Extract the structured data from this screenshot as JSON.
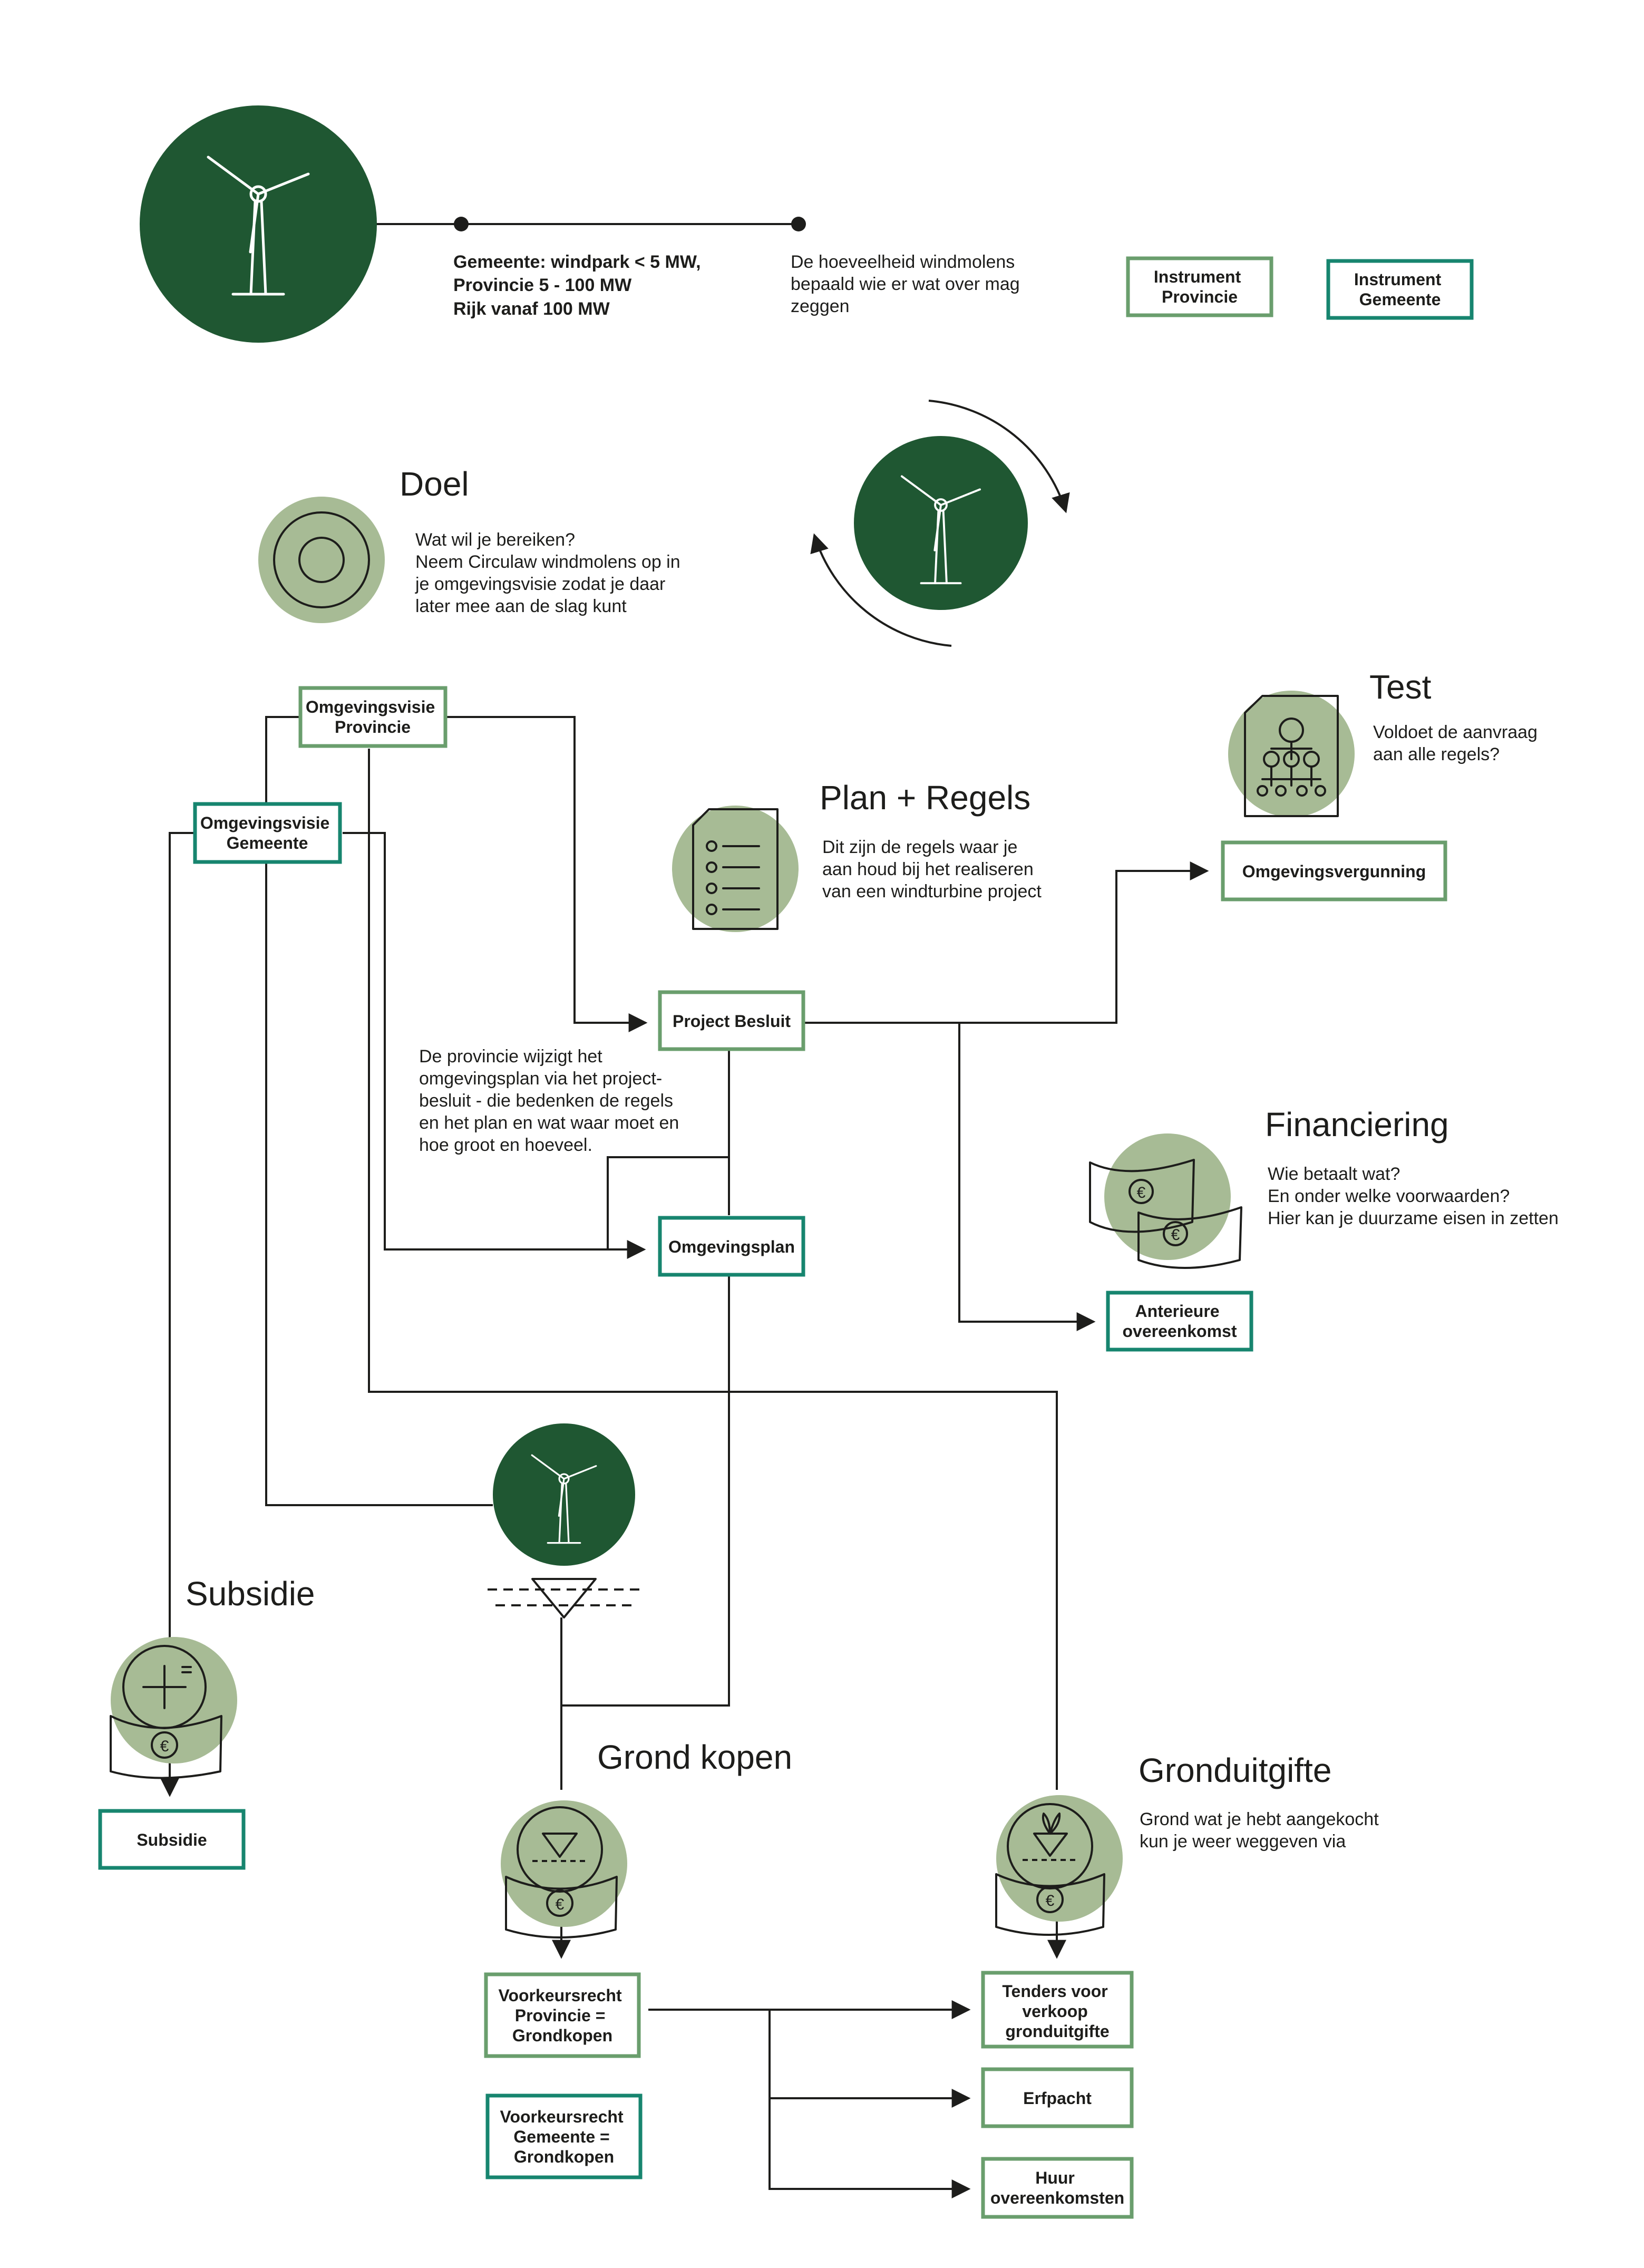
{
  "colors": {
    "dark_green": "#1f5732",
    "light_green": "#a7bb95",
    "provincie_border": "#6a9e6d",
    "gemeente_border": "#17856f",
    "line": "#1d1d1b"
  },
  "header": {
    "icon": "wind-turbine-icon",
    "scale_lines": [
      "Gemeente: windpark < 5 MW,",
      "Provincie 5 - 100 MW",
      "Rijk vanaf 100 MW"
    ],
    "note_lines": [
      "De hoeveelheid windmolens",
      "bepaald wie er wat over mag",
      "zeggen"
    ]
  },
  "legend": {
    "provincie_lines": [
      "Instrument",
      "Provincie"
    ],
    "gemeente_lines": [
      "Instrument",
      "Gemeente"
    ]
  },
  "sections": {
    "doel": {
      "title": "Doel",
      "icon": "target-icon",
      "lines": [
        "Wat wil je bereiken?",
        "Neem Circulaw windmolens op in",
        "je omgevingsvisie zodat je daar",
        "later mee aan de slag kunt"
      ]
    },
    "test": {
      "title": "Test",
      "icon": "org-chart-document-icon",
      "lines": [
        "Voldoet de aanvraag",
        "aan alle regels?"
      ]
    },
    "plan": {
      "title": "Plan + Regels",
      "icon": "checklist-icon",
      "lines": [
        "Dit zijn de regels waar je",
        "aan houd bij het realiseren",
        "van een windturbine project"
      ]
    },
    "financiering": {
      "title": "Financiering",
      "icon": "banknotes-icon",
      "lines": [
        "Wie betaalt wat?",
        "En onder welke voorwaarden?",
        "Hier kan je duurzame eisen in zetten"
      ]
    },
    "subsidie": {
      "title": "Subsidie",
      "icon": "subsidy-icon"
    },
    "grond_kopen": {
      "title": "Grond kopen",
      "icon": "land-purchase-icon"
    },
    "gronduitgifte": {
      "title": "Gronduitgifte",
      "icon": "land-issue-icon",
      "lines": [
        "Grond wat je hebt aangekocht",
        "kun je weer weggeven via"
      ]
    }
  },
  "province_note_lines": [
    "De provincie wijzigt het",
    "omgevingsplan via het project-",
    "besluit - die bedenken de regels",
    "en het plan en wat waar moet en",
    "hoe groot en hoeveel."
  ],
  "boxes": {
    "omgevingsvisie_provincie": [
      "Omgevingsvisie",
      "Provincie"
    ],
    "omgevingsvisie_gemeente": [
      "Omgevingsvisie",
      "Gemeente"
    ],
    "project_besluit": [
      "Project Besluit"
    ],
    "omgevingsvergunning": [
      "Omgevingsvergunning"
    ],
    "omgevingsplan": [
      "Omgevingsplan"
    ],
    "anterieure": [
      "Anterieure",
      "overeenkomst"
    ],
    "subsidie": [
      "Subsidie"
    ],
    "voorkeursrecht_provincie": [
      "Voorkeursrecht",
      "Provincie =",
      "Grondkopen"
    ],
    "voorkeursrecht_gemeente": [
      "Voorkeursrecht",
      "Gemeente =",
      "Grondkopen"
    ],
    "tenders": [
      "Tenders voor",
      "verkoop",
      "gronduitgifte"
    ],
    "erfpacht": [
      "Erfpacht"
    ],
    "huur": [
      "Huur",
      "overeenkomsten"
    ]
  }
}
